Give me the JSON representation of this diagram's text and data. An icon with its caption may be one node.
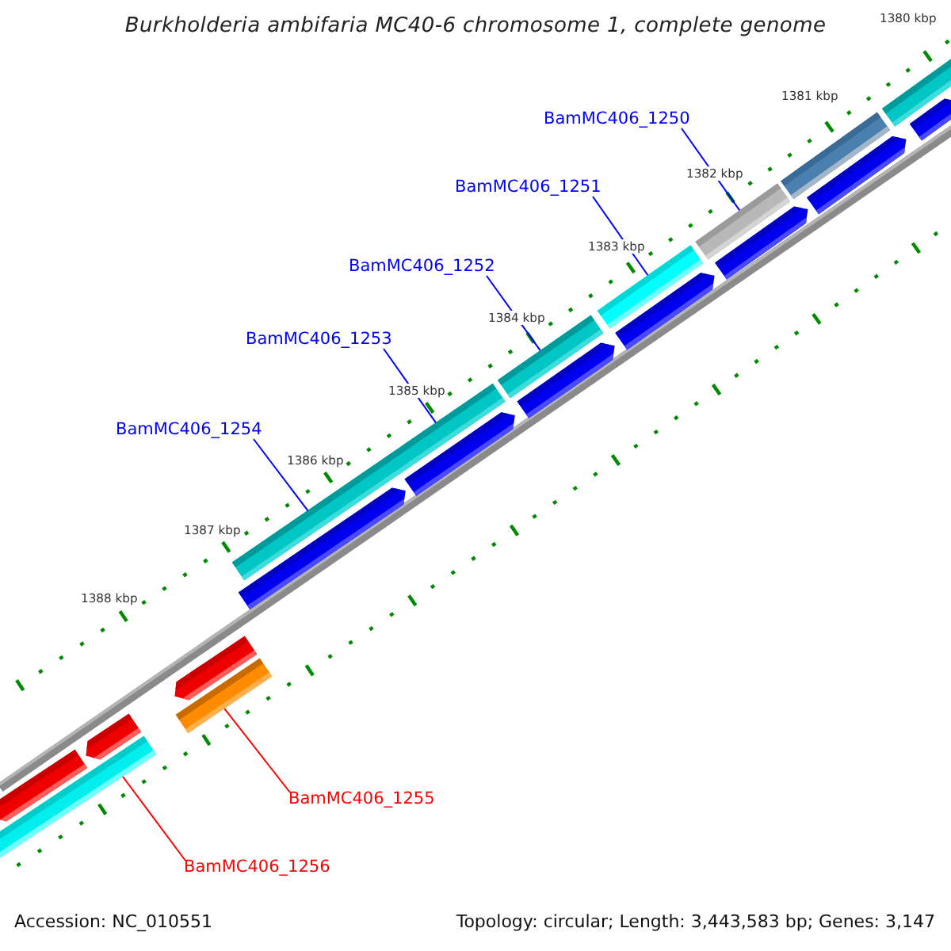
{
  "diagram": {
    "title": "Burkholderia ambifaria MC40-6 chromosome 1, complete genome",
    "nodes": [
      {
        "text": [
          "BamMC406_1250"
        ]
      },
      {
        "text": [
          "BamMC406_1251"
        ]
      },
      {
        "text": [
          "BamMC406_1252"
        ]
      },
      {
        "text": [
          "BamMC406_1253"
        ]
      },
      {
        "text": [
          "BamMC406_1254"
        ]
      },
      {
        "text": [
          "BamMC406_1255"
        ]
      },
      {
        "text": [
          "BamMC406_1256"
        ]
      },
      {
        "text": [],
        "shape": "bar"
      },
      {
        "text": [],
        "shape": "pentagon"
      },
      {
        "text": [],
        "shape": "pentagon"
      },
      {
        "text": [],
        "shape": "pentagon"
      },
      {
        "text": [],
        "shape": "bar"
      },
      {
        "text": [],
        "shape": "bar"
      },
      {
        "text": [],
        "shape": "pentagon"
      },
      {
        "text": [],
        "shape": "pentagon"
      },
      {
        "text": [],
        "shape": "bar"
      },
      {
        "text": [],
        "shape": "pentagon"
      },
      {
        "text": [],
        "shape": "bar"
      },
      {
        "text": [],
        "shape": "pentagon"
      },
      {
        "text": [],
        "shape": "bar"
      },
      {
        "text": [],
        "shape": "pentagon"
      },
      {
        "text": [],
        "shape": "bar"
      },
      {
        "text": [],
        "shape": "pentagon"
      },
      {
        "text": [],
        "shape": "bar"
      },
      {
        "text": [],
        "shape": "pentagon"
      }
    ],
    "edges": [
      {
        "from": 0,
        "to": 19,
        "arrow": "none"
      },
      {
        "from": 1,
        "to": 17,
        "arrow": "none"
      },
      {
        "from": 2,
        "to": 15,
        "arrow": "none"
      },
      {
        "from": 3,
        "to": 12,
        "arrow": "none"
      },
      {
        "from": 4,
        "to": 12,
        "arrow": "none"
      },
      {
        "from": 5,
        "to": 11,
        "arrow": "none",
        "color": "#ff0000"
      },
      {
        "from": 6,
        "to": 7,
        "arrow": "none",
        "color": "#ff0000"
      }
    ],
    "labels": [
      "1380 kbp",
      "1381 kbp",
      "1382 kbp",
      "1383 kbp",
      "1384 kbp",
      "1385 kbp",
      "1386 kbp",
      "1387 kbp",
      "1388 kbp",
      "Accession: NC_010551",
      "Topology: circular; Length: 3,443,583 bp; Genes: 3,147"
    ]
  }
}
